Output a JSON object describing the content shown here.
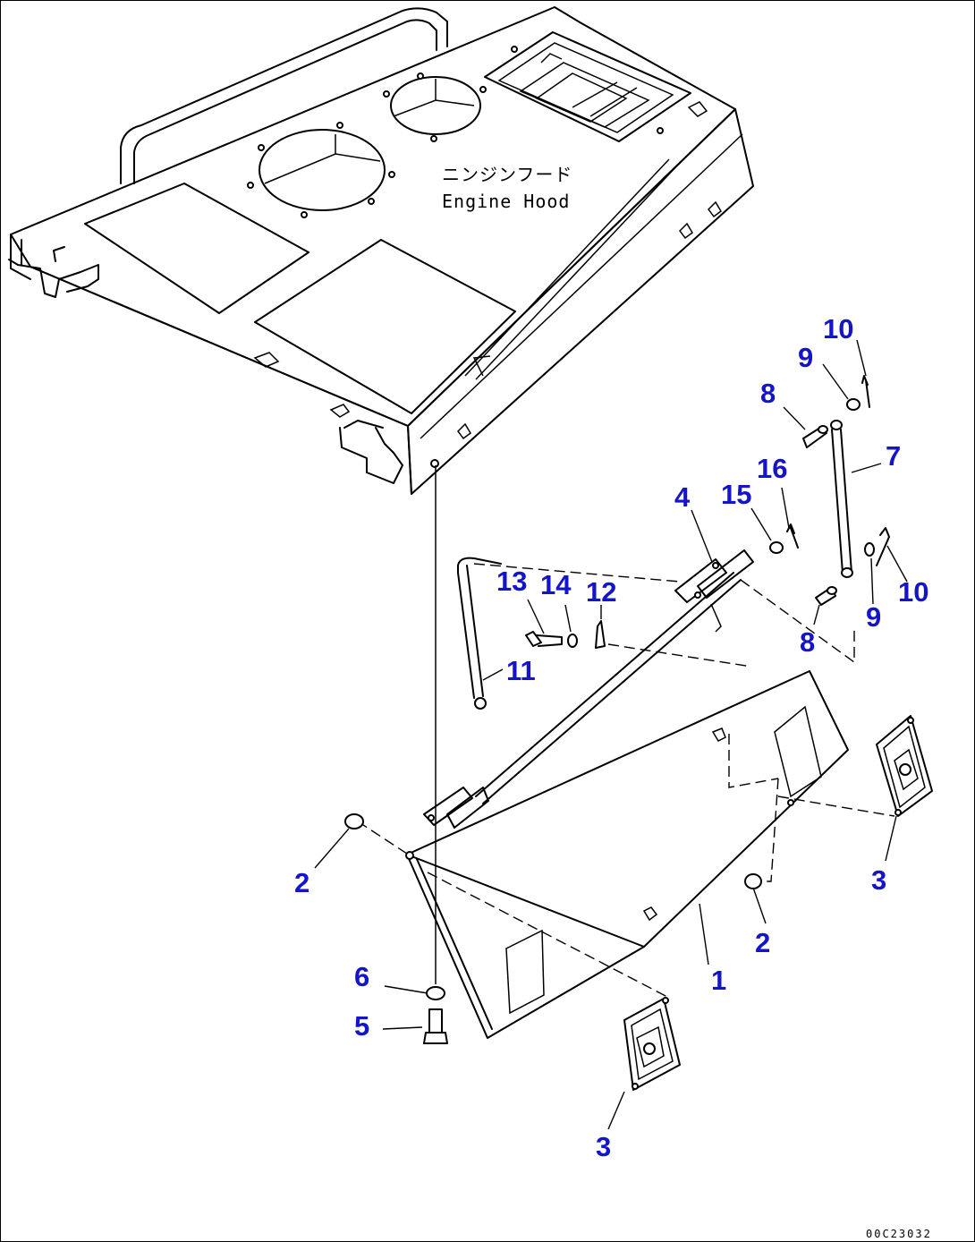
{
  "hood": {
    "label_jp": "ニンジンフード",
    "label_en": "Engine Hood"
  },
  "callouts": [
    {
      "id": "c1",
      "label": "1"
    },
    {
      "id": "c2a",
      "label": "2"
    },
    {
      "id": "c2b",
      "label": "2"
    },
    {
      "id": "c3a",
      "label": "3"
    },
    {
      "id": "c3b",
      "label": "3"
    },
    {
      "id": "c4",
      "label": "4"
    },
    {
      "id": "c5",
      "label": "5"
    },
    {
      "id": "c6",
      "label": "6"
    },
    {
      "id": "c7",
      "label": "7"
    },
    {
      "id": "c8a",
      "label": "8"
    },
    {
      "id": "c8b",
      "label": "8"
    },
    {
      "id": "c9a",
      "label": "9"
    },
    {
      "id": "c9b",
      "label": "9"
    },
    {
      "id": "c10a",
      "label": "10"
    },
    {
      "id": "c10b",
      "label": "10"
    },
    {
      "id": "c11",
      "label": "11"
    },
    {
      "id": "c12",
      "label": "12"
    },
    {
      "id": "c13",
      "label": "13"
    },
    {
      "id": "c14",
      "label": "14"
    },
    {
      "id": "c15",
      "label": "15"
    },
    {
      "id": "c16",
      "label": "16"
    }
  ],
  "figure_number": "00C23032",
  "colors": {
    "callout": "#1414c8",
    "line": "#000000",
    "background": "#ffffff"
  }
}
